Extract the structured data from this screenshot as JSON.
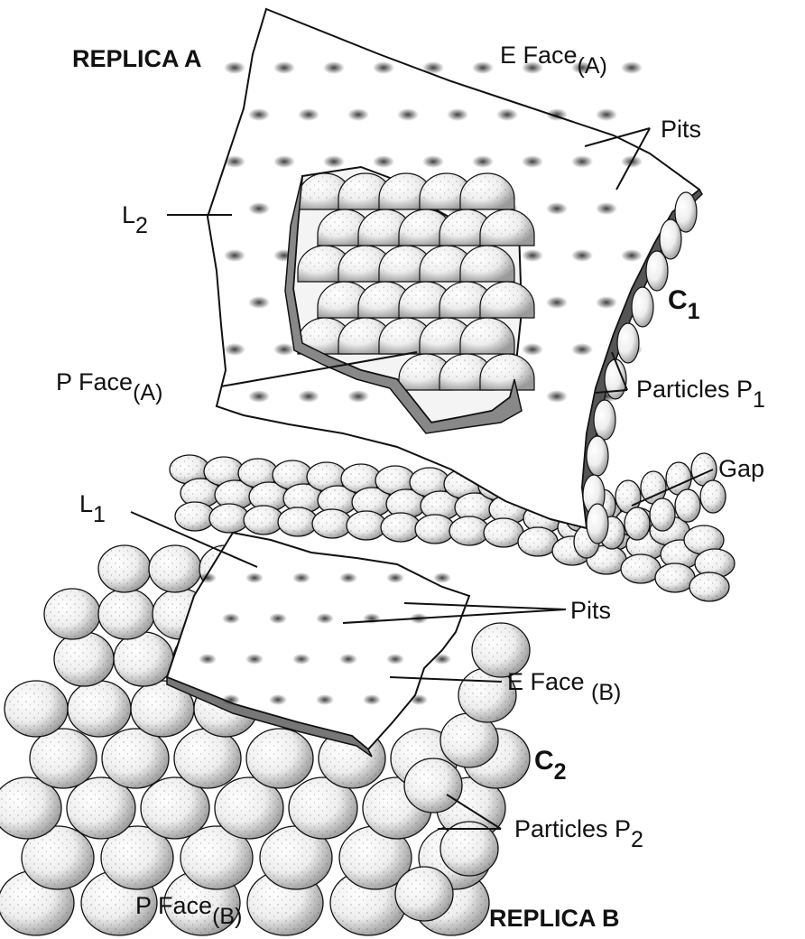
{
  "figure": {
    "replica_a": "REPLICA A",
    "replica_b": "REPLICA B",
    "e_face_a": {
      "main": "E Face",
      "sub": "(A)"
    },
    "e_face_b": {
      "main": "E Face ",
      "sub": "(B)"
    },
    "p_face_a": {
      "main": "P Face",
      "sub": "(A)"
    },
    "p_face_b": {
      "main": "P Face",
      "sub": "(B)"
    },
    "pits_top": "Pits",
    "pits_bottom": "Pits",
    "l2": {
      "main": "L",
      "sub": "2"
    },
    "l1": {
      "main": "L",
      "sub": "1"
    },
    "c1": {
      "main": "C",
      "sub": "1"
    },
    "c2": {
      "main": "C",
      "sub": "2"
    },
    "particles_p1": {
      "main": "Particles P",
      "sub": "1"
    },
    "particles_p2": {
      "main": "Particles P",
      "sub": "2"
    },
    "gap": "Gap"
  },
  "colors": {
    "ink": "#111111",
    "paper": "#ffffff",
    "stipple": "#222222"
  }
}
